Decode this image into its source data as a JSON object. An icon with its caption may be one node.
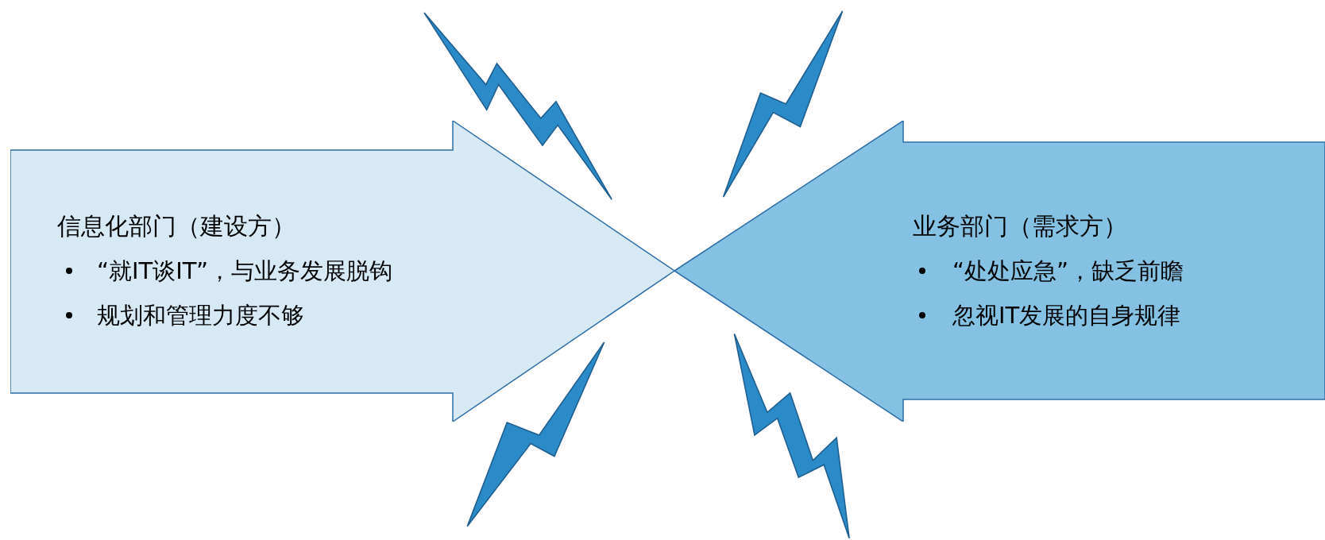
{
  "diagram": {
    "nodes": [
      {
        "text": [
          "信息化部门（建设方）",
          "“就IT谈IT”，与业务发展脱钩",
          "规划和管理力度不够"
        ]
      },
      {
        "text": [
          "业务部门（需求方）",
          "“处处应急”，缺乏前瞻",
          "忽视IT发展的自身规律"
        ]
      }
    ]
  }
}
